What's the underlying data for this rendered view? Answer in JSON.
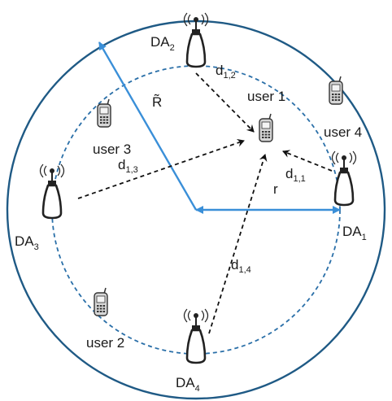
{
  "colors": {
    "outer_circle": "#1f5a85",
    "inner_circle": "#2a6fa8",
    "radius_arrow": "#3a8fd8",
    "signal_arrow": "#111111",
    "device_fill": "#cfcfcf"
  },
  "icons": {
    "antenna": "distributed-antenna-icon",
    "phone": "mobile-phone-icon"
  },
  "antennas": [
    {
      "base": "DA",
      "sub": "1"
    },
    {
      "base": "DA",
      "sub": "2"
    },
    {
      "base": "DA",
      "sub": "3"
    },
    {
      "base": "DA",
      "sub": "4"
    }
  ],
  "users": [
    "user 1",
    "user 2",
    "user 3",
    "user 4"
  ],
  "distances": [
    {
      "base": "d",
      "sub": "1,1"
    },
    {
      "base": "d",
      "sub": "1,2"
    },
    {
      "base": "d",
      "sub": "1,3"
    },
    {
      "base": "d",
      "sub": "1,4"
    }
  ],
  "radius_labels": {
    "cell": "R̃",
    "antenna": "r"
  }
}
